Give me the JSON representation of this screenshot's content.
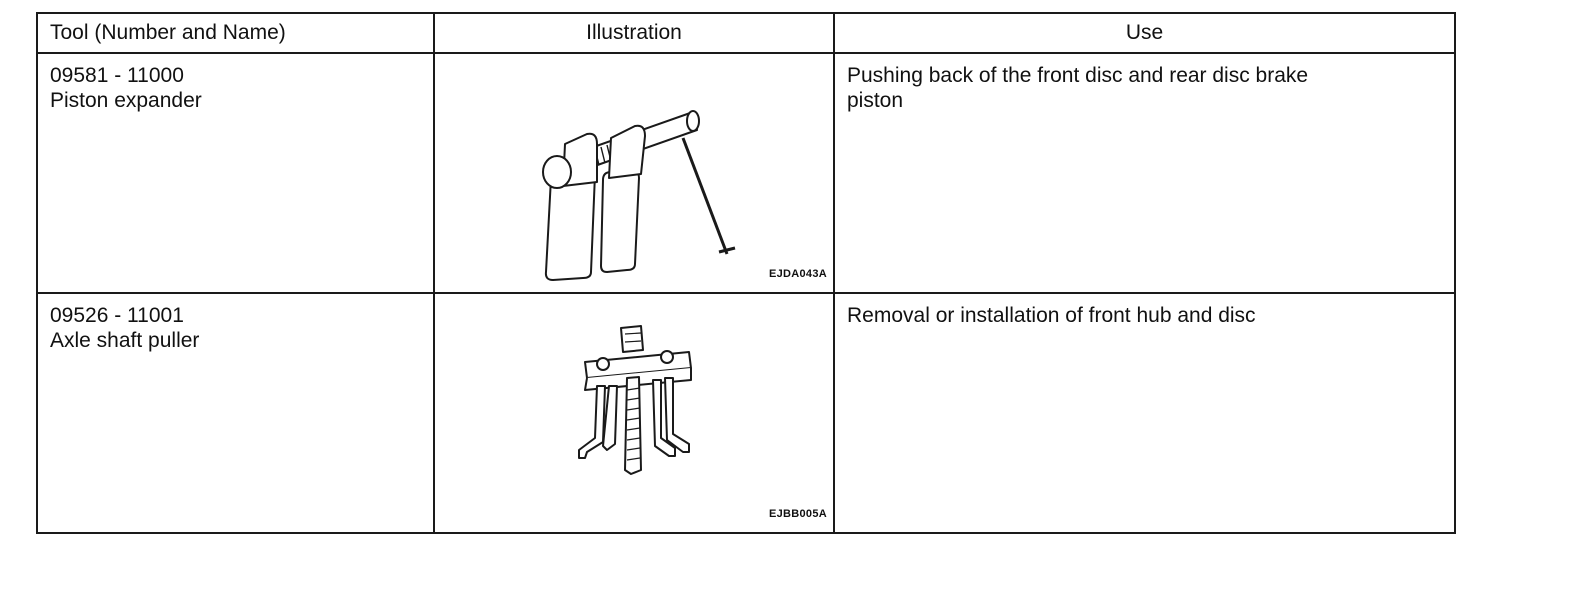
{
  "table": {
    "headers": {
      "tool": "Tool (Number and Name)",
      "illustration": "Illustration",
      "use": "Use"
    },
    "rows": [
      {
        "tool_number": "09581 - 11000",
        "tool_name": "Piston expander",
        "illustration_code": "EJDA043A",
        "illustration_icon": "piston-expander-icon",
        "use": "Pushing back of the front disc and rear disc brake piston"
      },
      {
        "tool_number": "09526 - 11001",
        "tool_name": "Axle shaft puller",
        "illustration_code": "EJBB005A",
        "illustration_icon": "axle-shaft-puller-icon",
        "use": "Removal or installation of front hub and disc"
      }
    ]
  }
}
